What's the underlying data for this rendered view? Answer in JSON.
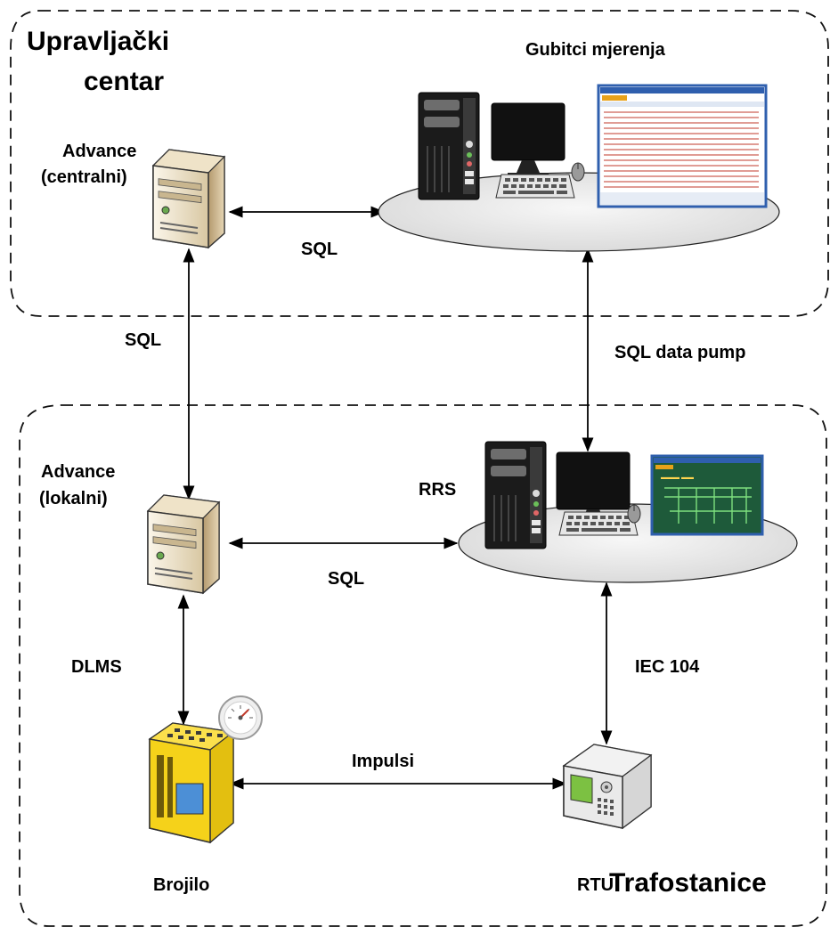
{
  "zones": {
    "control_center": "Upravljački centar",
    "control_center_line1": "Upravljački",
    "control_center_line2": "centar",
    "substations": "Trafostanice"
  },
  "nodes": {
    "advance_central_line1": "Advance",
    "advance_central_line2": "(centralni)",
    "gubitci": "Gubitci mjerenja",
    "advance_local_line1": "Advance",
    "advance_local_line2": "(lokalni)",
    "rrs": "RRS",
    "brojilo": "Brojilo",
    "rtu": "RTU"
  },
  "links": {
    "sql_top": "SQL",
    "sql_vertical": "SQL",
    "sql_data_pump": "SQL data pump",
    "sql_bottom": "SQL",
    "dlms": "DLMS",
    "iec104": "IEC 104",
    "impulsi": "Impulsi"
  },
  "icons": [
    "server-icon",
    "workstation-icon",
    "monitor-icon",
    "keyboard-icon",
    "mouse-icon",
    "meter-icon",
    "gauge-icon",
    "rtu-icon"
  ],
  "colors": {
    "line": "#000000",
    "platform": "#e8e8e8",
    "meter": "#f5d21a",
    "screen_blue": "#2f5fae",
    "screen_green": "#1e5a3a"
  }
}
